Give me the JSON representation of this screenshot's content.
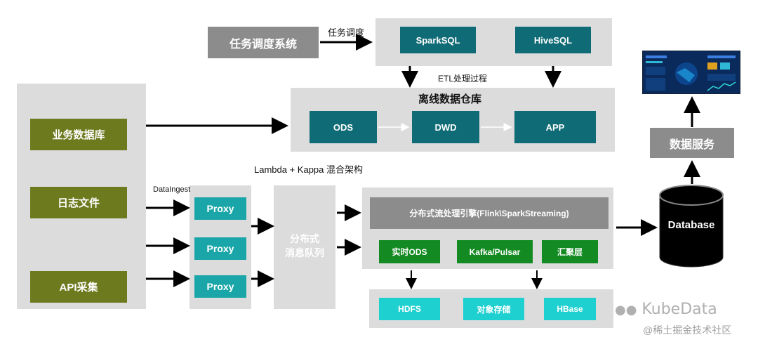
{
  "scheduler": {
    "label": "任务调度系统",
    "arrow_label": "任务调度"
  },
  "etl": {
    "sparksql": "SparkSQL",
    "hivesql": "HiveSQL",
    "process_label": "ETL处理过程"
  },
  "warehouse": {
    "title": "离线数据仓库",
    "ods": "ODS",
    "dwd": "DWD",
    "app": "APP"
  },
  "sources": {
    "business_db": "业务数据库",
    "log_files": "日志文件",
    "api": "API采集"
  },
  "architecture_label": "Lambda + Kappa 混合架构",
  "ingest": {
    "label": "DataIngest",
    "proxy_labels": [
      "Proxy",
      "Proxy",
      "Proxy"
    ]
  },
  "mq": {
    "line1": "分布式",
    "line2": "消息队列"
  },
  "streaming": {
    "engine": "分布式流处理引擎(Flink\\SparkStreaming)",
    "realtime_ods": "实时ODS",
    "kafka": "Kafka/Pulsar",
    "aggregate": "汇聚层"
  },
  "storage": {
    "hdfs": "HDFS",
    "object_store": "对象存储",
    "hbase": "HBase"
  },
  "database": {
    "label": "Database"
  },
  "data_service": {
    "label": "数据服务"
  },
  "watermark": {
    "brand": "KubeData",
    "community": "@稀土掘金技术社区"
  },
  "colors": {
    "teal": "#0f6b75",
    "olive": "#6e7a1e",
    "proxy": "#1aa6a8",
    "green": "#138a22",
    "cyan": "#1fd0d0",
    "panel": "#dcdcdc",
    "gray": "#8c8c8c"
  }
}
